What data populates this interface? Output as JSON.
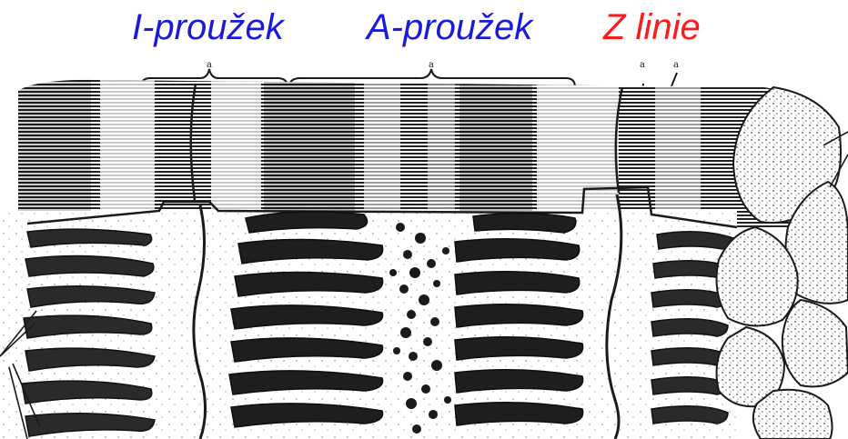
{
  "labels": {
    "i_band": "I-proužek",
    "a_band": "A-proužek",
    "z_line": "Z linie"
  },
  "bracket_marks": [
    "a",
    "a",
    "a",
    "a"
  ],
  "colors": {
    "i_band_label": "#1a1adb",
    "a_band_label": "#1a1adb",
    "z_line_label": "#ff1a1a",
    "ink": "#1a1a1a",
    "paper": "#ffffff"
  }
}
